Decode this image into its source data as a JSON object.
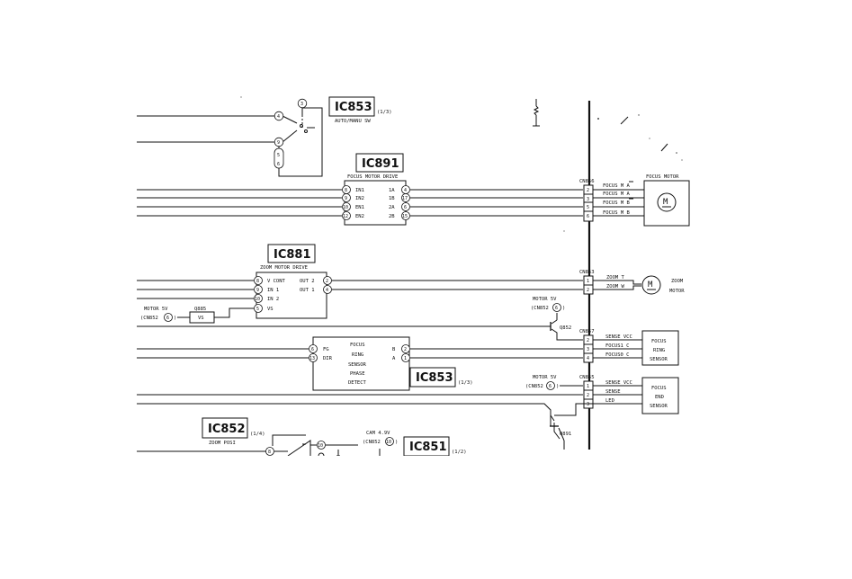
{
  "ic853_top": {
    "title": "IC853",
    "unit": "(1/3)",
    "sub": "AUTO/MANU SW",
    "pins": [
      "3",
      "4",
      "9",
      "5",
      "6"
    ]
  },
  "ic891": {
    "title": "IC891",
    "sub": "FOCUS MOTOR DRIVE",
    "in_pins": [
      "8",
      "9",
      "10",
      "12"
    ],
    "in_labels": [
      "IN1",
      "IN2",
      "EN1",
      "EN2"
    ],
    "out_pins": [
      "4",
      "17",
      "6",
      "15"
    ],
    "out_labels": [
      "1A",
      "1B",
      "2A",
      "2B"
    ]
  },
  "cn856": {
    "name": "CN856",
    "pins": [
      "2",
      "3",
      "5",
      "6"
    ],
    "signals": [
      "FOCUS M A",
      "FOCUS M A",
      "FOCUS M B",
      "FOCUS M B"
    ]
  },
  "focus_motor": {
    "label": "FOCUS MOTOR",
    "symbol": "M"
  },
  "ic881": {
    "title": "IC881",
    "sub": "ZOOM MOTOR DRIVE",
    "in_pins": [
      "8",
      "9",
      "10",
      "5"
    ],
    "in_labels": [
      "V CONT",
      "IN 1",
      "IN 2",
      "VS"
    ],
    "out_pins": [
      "2",
      "4"
    ],
    "out_labels": [
      "OUT 2",
      "OUT 1"
    ]
  },
  "motor5v_a": {
    "label": "MOTOR 5V",
    "conn": "(CN852",
    "pin": "6",
    "close": ")"
  },
  "q885": {
    "name": "Q885",
    "box": "VS"
  },
  "cn853": {
    "name": "CN853",
    "pins": [
      "1",
      "2"
    ],
    "signals": [
      "ZOOM T",
      "ZOOM W"
    ]
  },
  "zoom_motor": {
    "label1": "ZOOM",
    "label2": "MOTOR",
    "symbol": "M"
  },
  "motor5v_b": {
    "label": "MOTOR 5V",
    "conn": "(CN852",
    "pin": "6",
    "close": ")"
  },
  "q852": {
    "name": "Q852"
  },
  "cn857": {
    "name": "CN857",
    "pins": [
      "2",
      "3",
      "4"
    ],
    "signals": [
      "SENSE VCC",
      "FOCUS1 C",
      "FOCUS0 C"
    ]
  },
  "focus_ring_sensor": {
    "l1": "FOCUS",
    "l2": "RING",
    "l3": "SENSOR"
  },
  "phase_block": {
    "pins_left": [
      "6",
      "13"
    ],
    "labels_left": [
      "FG",
      "DIR"
    ],
    "pins_right": [
      "2",
      "1"
    ],
    "labels_right": [
      "B",
      "A"
    ],
    "l1": "FOCUS",
    "l2": "RING",
    "l3": "SENSOR",
    "l4": "PHASE",
    "l5": "DETECT"
  },
  "ic853_mid": {
    "title": "IC853",
    "unit": "(1/3)"
  },
  "motor5v_c": {
    "label": "MOTOR 5V",
    "conn": "(CN852",
    "pin": "6",
    "close": ")"
  },
  "cn855": {
    "name": "CN855",
    "pins": [
      "1",
      "2",
      "3"
    ],
    "signals": [
      "SENSE VCC",
      "SENSE",
      "LED"
    ]
  },
  "focus_end_sensor": {
    "l1": "FOCUS",
    "l2": "END",
    "l3": "SENSOR"
  },
  "q891": {
    "name": "Q891"
  },
  "ic852": {
    "title": "IC852",
    "unit": "(1/4)",
    "sub": "ZOOM POSI",
    "pins": [
      "8",
      "10"
    ]
  },
  "cam": {
    "label": "CAM 4.9V",
    "conn": "(CN852",
    "pin": "10",
    "close": ")"
  },
  "ic851": {
    "title": "IC851",
    "unit": "(1/2)"
  }
}
